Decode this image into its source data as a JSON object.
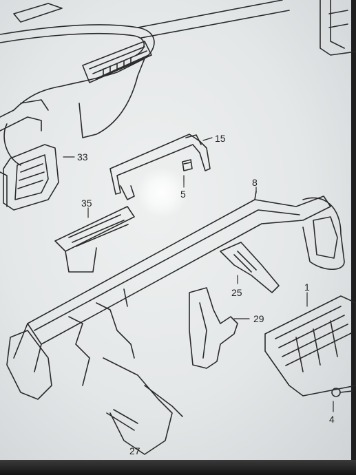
{
  "callouts": {
    "c1": "1",
    "c4": "4",
    "c5": "5",
    "c8": "8",
    "c15": "15",
    "c25": "25",
    "c27": "27",
    "c29": "29",
    "c33": "33",
    "c35": "35"
  },
  "colors": {
    "paper": "#e6e9ea",
    "ink": "#2a2a2a",
    "screen_frame": "#1f1f1f"
  }
}
